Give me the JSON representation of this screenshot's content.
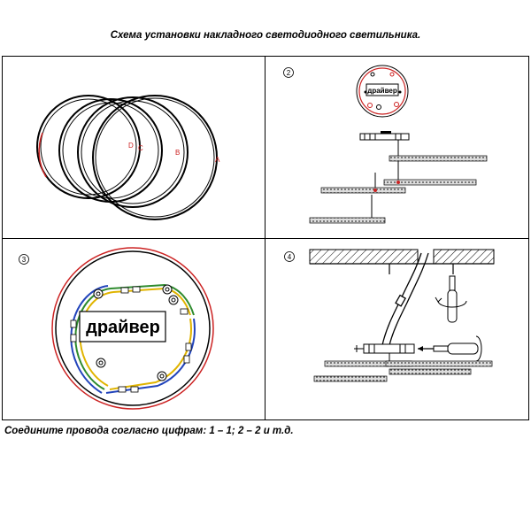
{
  "title": "Схема установки накладного светодиодного светильника.",
  "footnote": "Соедините провода согласно цифрам: 1 – 1; 2 – 2 и т.д.",
  "panels": [
    {
      "step": "",
      "labels": [
        "D",
        "C",
        "B",
        "A"
      ]
    },
    {
      "step": "2",
      "driver_label": "драйвер"
    },
    {
      "step": "3",
      "driver_label": "драйвер"
    },
    {
      "step": "4"
    }
  ],
  "colors": {
    "outline": "#000000",
    "highlight": "#cc2222",
    "wire_yellow": "#e0b400",
    "wire_blue": "#2244bb",
    "wire_green": "#2e8b2e"
  }
}
